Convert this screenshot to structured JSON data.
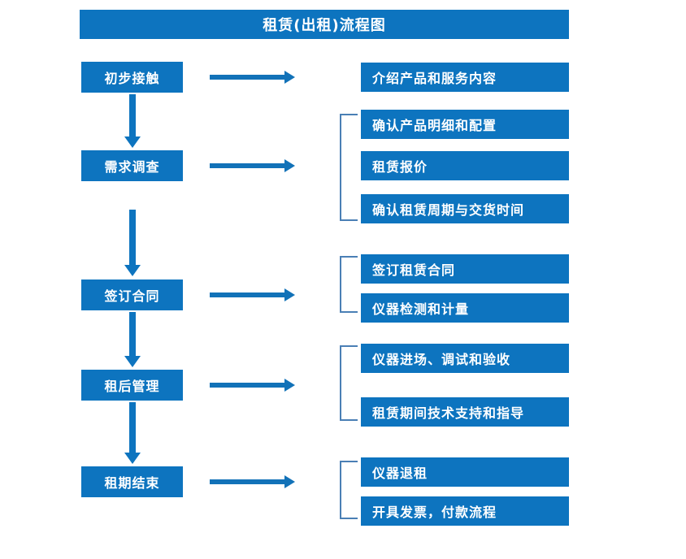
{
  "title": "租赁(出租)流程图",
  "colors": {
    "box_blue": "#0d74bf",
    "bracket_blue": "#4a7fb5",
    "text_white": "#ffffff",
    "background": "#ffffff"
  },
  "stages": [
    {
      "label": "初步接触"
    },
    {
      "label": "需求调查"
    },
    {
      "label": "签订合同"
    },
    {
      "label": "租后管理"
    },
    {
      "label": "租期结束"
    }
  ],
  "details": [
    {
      "label": "介绍产品和服务内容"
    },
    {
      "label": "确认产品明细和配置"
    },
    {
      "label": "租赁报价"
    },
    {
      "label": "确认租赁周期与交货时间"
    },
    {
      "label": "签订租赁合同"
    },
    {
      "label": "仪器检测和计量"
    },
    {
      "label": "仪器进场、调试和验收"
    },
    {
      "label": "租赁期间技术支持和指导"
    },
    {
      "label": "仪器退租"
    },
    {
      "label": "开具发票，付款流程"
    }
  ],
  "icons": {
    "down_arrow": "down-arrow-icon",
    "right_arrow": "right-arrow-icon",
    "bracket": "group-bracket-icon"
  }
}
